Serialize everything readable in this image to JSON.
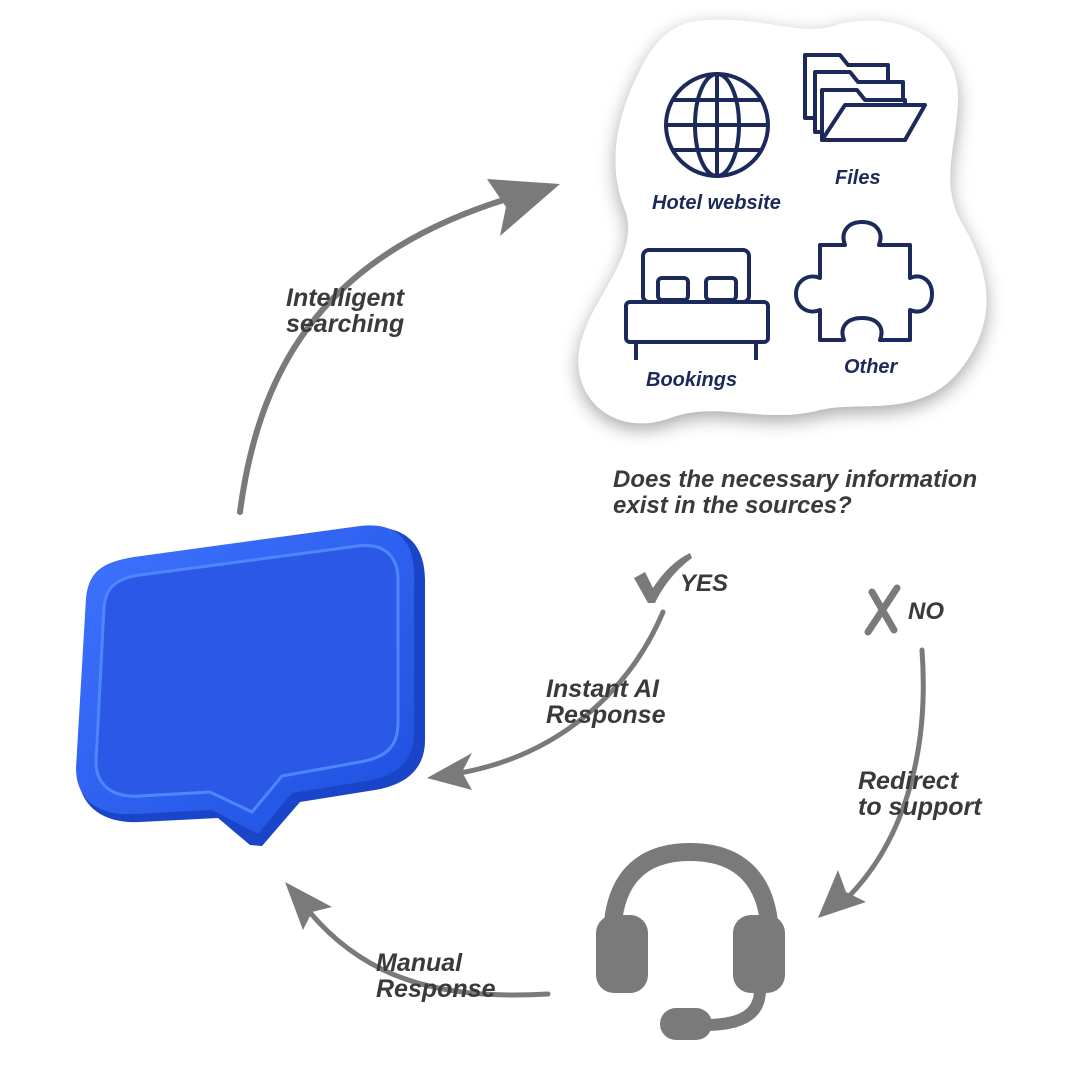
{
  "sources": {
    "hotel_website": "Hotel website",
    "files": "Files",
    "bookings": "Bookings",
    "other": "Other"
  },
  "flow": {
    "intelligent_searching": "Intelligent\nsearching",
    "question": "Does the necessary information\nexist in the sources?",
    "yes": "YES",
    "no": "NO",
    "instant_ai_response": "Instant AI\nResponse",
    "redirect_to_support": "Redirect\nto support",
    "manual_response": "Manual\nResponse"
  },
  "colors": {
    "bubble": "#2a5cf0",
    "icon_navy": "#1b2a5a",
    "arrow_gray": "#7a7a7a",
    "text_gray": "#3a3a3a"
  },
  "icons": [
    "globe-icon",
    "folders-icon",
    "bed-icon",
    "puzzle-icon",
    "checkmark-icon",
    "x-icon",
    "headset-icon",
    "chat-bubble-icon"
  ]
}
